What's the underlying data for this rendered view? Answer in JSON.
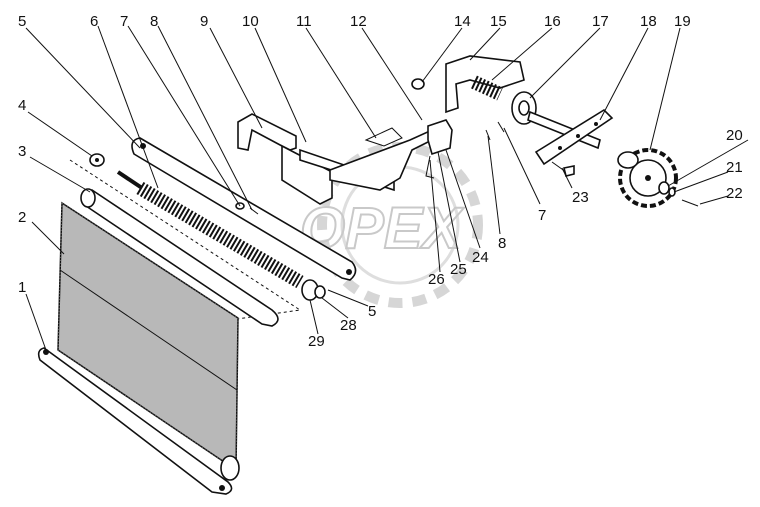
{
  "watermark": {
    "text": "OPEX"
  },
  "callouts": [
    {
      "id": "1"
    },
    {
      "id": "2"
    },
    {
      "id": "3"
    },
    {
      "id": "4"
    },
    {
      "id": "5a",
      "text": "5"
    },
    {
      "id": "6"
    },
    {
      "id": "7a",
      "text": "7"
    },
    {
      "id": "8a",
      "text": "8"
    },
    {
      "id": "9"
    },
    {
      "id": "10"
    },
    {
      "id": "11"
    },
    {
      "id": "12"
    },
    {
      "id": "14"
    },
    {
      "id": "15"
    },
    {
      "id": "16"
    },
    {
      "id": "17"
    },
    {
      "id": "18"
    },
    {
      "id": "19"
    },
    {
      "id": "20"
    },
    {
      "id": "21"
    },
    {
      "id": "22"
    },
    {
      "id": "23"
    },
    {
      "id": "7b",
      "text": "7"
    },
    {
      "id": "8b",
      "text": "8"
    },
    {
      "id": "24"
    },
    {
      "id": "25"
    },
    {
      "id": "26"
    },
    {
      "id": "5b",
      "text": "5"
    },
    {
      "id": "28"
    },
    {
      "id": "29"
    }
  ]
}
